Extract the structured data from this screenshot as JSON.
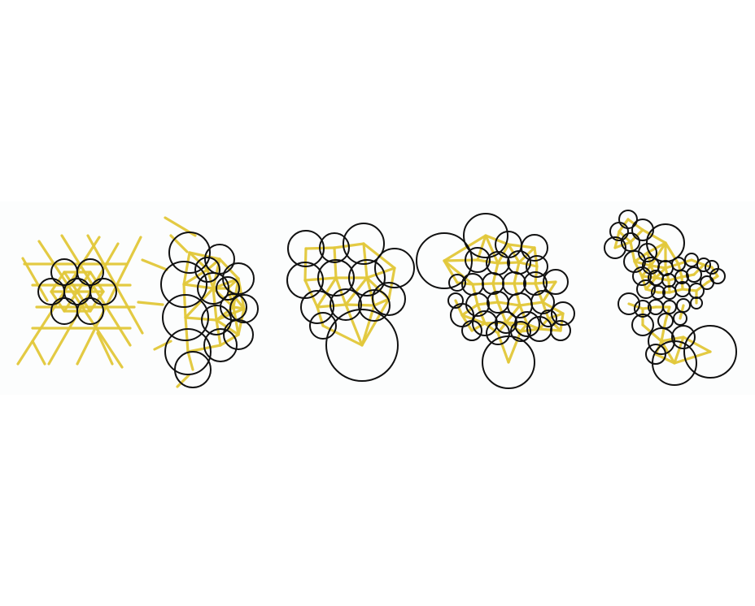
{
  "colors": {
    "background": "#ffffff",
    "band": "#fcfdfd",
    "circle_stroke": "#111111",
    "edge": "#e2c83a"
  },
  "panels": [
    {
      "name": "panel-hexagonal-grid",
      "style": "regular hexagonal circle packing with extended grid lines"
    },
    {
      "name": "panel-curved-packing",
      "style": "circle packing with curved left boundary"
    },
    {
      "name": "panel-mixed-sizes",
      "style": "packing with one large circle"
    },
    {
      "name": "panel-random-packing",
      "style": "irregular packing with mixed radii"
    },
    {
      "name": "panel-multiscale-packing",
      "style": "many small circles with few large circles"
    }
  ]
}
